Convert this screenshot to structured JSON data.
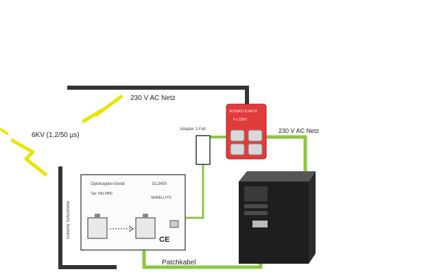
{
  "labels": {
    "mains_top": "230 V AC Netz",
    "mains_right": "230 V AC Netz",
    "surge": "6KV (1,2/50 µs)",
    "patch": "Patchkabel",
    "adapter": "Adapter 1-Fall",
    "power_strip_1": "SCHUKO 8 FACH",
    "power_strip_2": "4 x 230V",
    "device_title": "Optokoppler-Gerät",
    "device_model": "DL3400",
    "device_info": "Typ: DEL3400",
    "device_right": "SERIELL/TTL",
    "side_label": "Isolierter Schutzleiter",
    "ce_mark": "CE"
  },
  "colors": {
    "cable": "#333333",
    "green_cable": "#8dc63f",
    "lightning": "#e6e600",
    "strip_red": "#e23b3b",
    "pc_body": "#1e1e1e"
  }
}
